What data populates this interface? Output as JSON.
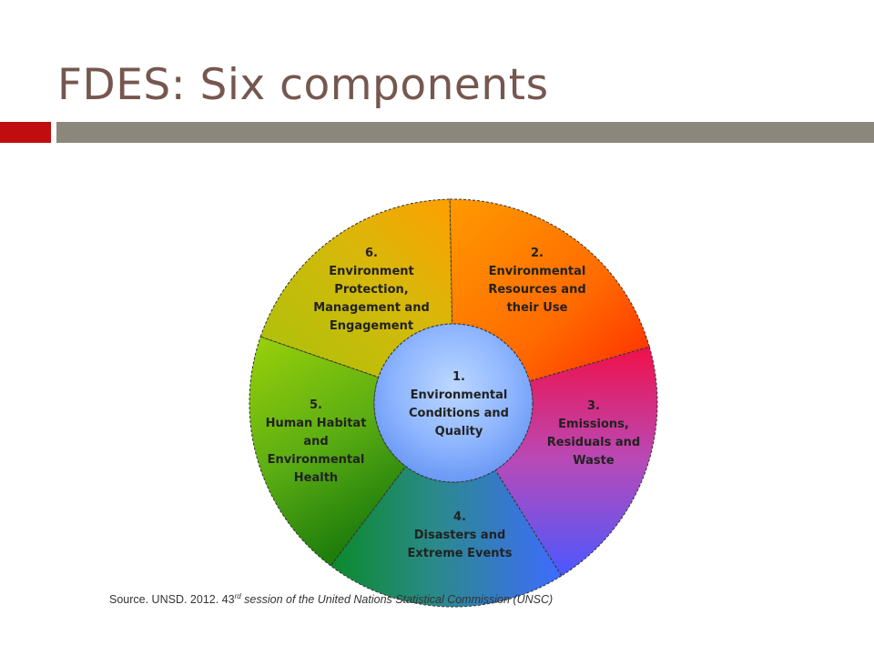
{
  "slide": {
    "title": "FDES: Six components",
    "colors": {
      "accent_red": "#c00d0d",
      "bar_gray": "#8c877b",
      "title": "#76574f"
    }
  },
  "diagram": {
    "center": {
      "lines": [
        "1.",
        "Environmental",
        "Conditions and",
        "Quality"
      ]
    },
    "segments": [
      {
        "id": "2",
        "lines": [
          "2.",
          "Environmental",
          "Resources and",
          "their Use"
        ]
      },
      {
        "id": "3",
        "lines": [
          "3.",
          "Emissions,",
          "Residuals and",
          "Waste"
        ]
      },
      {
        "id": "4",
        "lines": [
          "4.",
          "Disasters and",
          "Extreme Events"
        ]
      },
      {
        "id": "5",
        "lines": [
          "5.",
          "Human Habitat",
          "and",
          "Environmental",
          "Health"
        ]
      },
      {
        "id": "6",
        "lines": [
          "6.",
          "Environment",
          "Protection,",
          "Management and",
          "Engagement"
        ]
      }
    ]
  },
  "source": {
    "prefix": "Source. UNSD. 2012. 43",
    "sup": "rd",
    "italic": " session of the United Nations Statistical Commission (UNSC)"
  }
}
